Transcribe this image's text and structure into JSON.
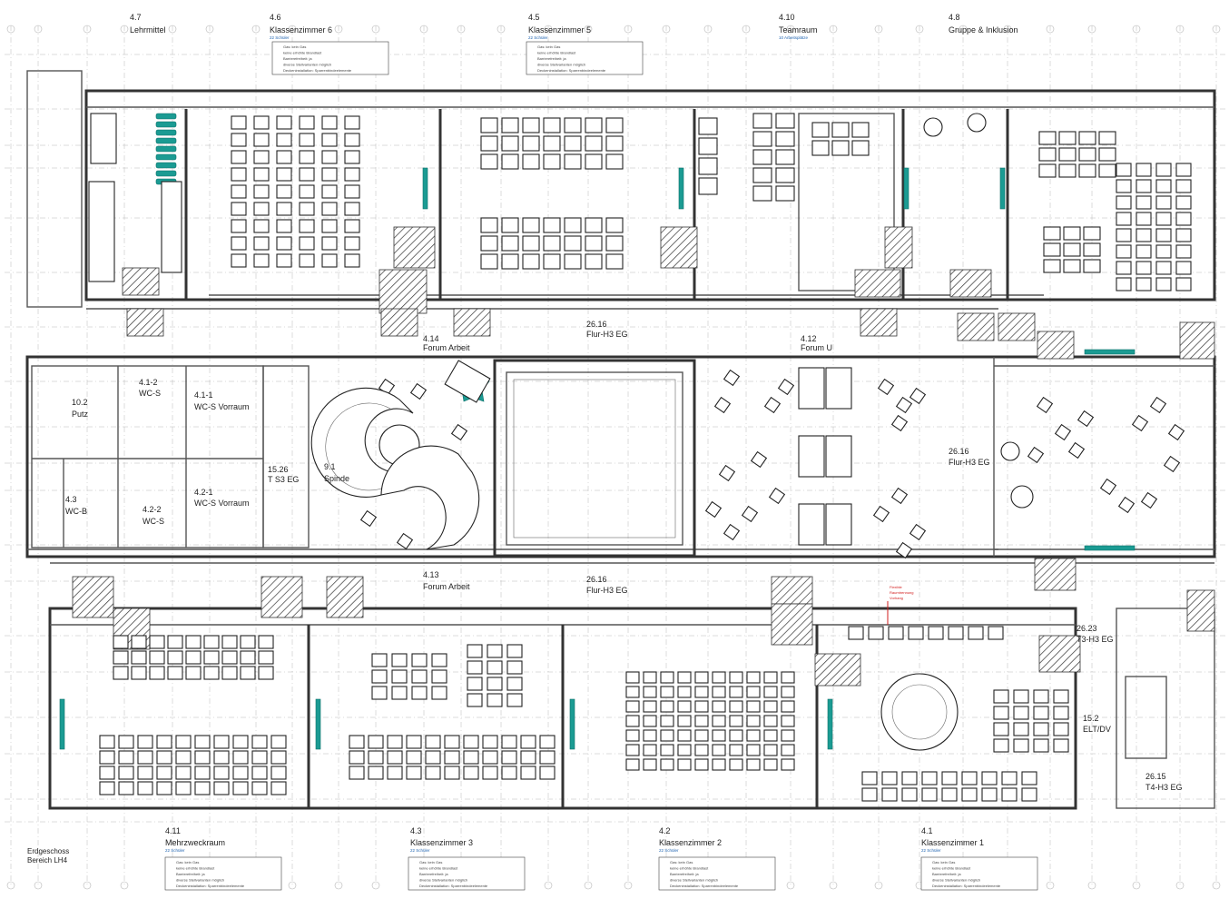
{
  "plan": {
    "rooms": [
      {
        "id": "4.7",
        "name": "Lehrmittel"
      },
      {
        "id": "4.6",
        "name": "Klassenzimmer 6",
        "sub": "22 Schüler"
      },
      {
        "id": "4.5",
        "name": "Klassenzimmer 5",
        "sub": "22 Schüler"
      },
      {
        "id": "4.10",
        "name": "Teamraum",
        "sub": "10 Arbeitsplätze"
      },
      {
        "id": "4.8",
        "name": "Gruppe & Inklusion"
      },
      {
        "id": "4.14",
        "name": "Forum Arbeit"
      },
      {
        "id": "26.16",
        "name": "Flur-H3 EG"
      },
      {
        "id": "4.12",
        "name": "Forum U"
      },
      {
        "id": "4.1-2",
        "name": "WC-S"
      },
      {
        "id": "4.1-1",
        "name": "WC-S Vorraum"
      },
      {
        "id": "10.2",
        "name": "Putz"
      },
      {
        "id": "15.26",
        "name": "T S3 EG"
      },
      {
        "id": "9.1",
        "name": "Spinde"
      },
      {
        "id": "4.3",
        "name": "WC-B"
      },
      {
        "id": "4.2-2",
        "name": "WC-S"
      },
      {
        "id": "4.2-1",
        "name": "WC-S Vorraum"
      },
      {
        "id": "26.16",
        "name": "Flur-H3 EG"
      },
      {
        "id": "4.13",
        "name": "Forum Arbeit"
      },
      {
        "id": "26.16",
        "name": "Flur-H3 EG"
      },
      {
        "id": "26.23",
        "name": "T3-H3 EG"
      },
      {
        "id": "15.2",
        "name": "ELT/DV"
      },
      {
        "id": "26.15",
        "name": "T4-H3 EG"
      },
      {
        "id": "4.11",
        "name": "Mehrzweckraum",
        "sub": "22 Schüler"
      },
      {
        "id": "4.3",
        "name": "Klassenzimmer 3",
        "sub": "22 Schüler"
      },
      {
        "id": "4.2",
        "name": "Klassenzimmer 2",
        "sub": "22 Schüler"
      },
      {
        "id": "4.1",
        "name": "Klassenzimmer 1",
        "sub": "22 Schüler"
      }
    ],
    "notes": [
      "Gas: kein Gas",
      "keine erhöhte Brandlast",
      "Barrierefreiheit: ja",
      "diverse Stellvarianten möglich",
      "Deckeninstallation: Sparrenbindeelemente"
    ],
    "floor_caption": [
      "Erdgeschoss",
      "Bereich LH4"
    ],
    "red_note": [
      "Flexible",
      "Raumtrennung",
      "Vorhang"
    ],
    "colors": {
      "line": "#222222",
      "teal": "#1b9b93",
      "hatch": "#333333",
      "sub_text": "#1f63b0",
      "red_note": "#d21c1c"
    }
  }
}
